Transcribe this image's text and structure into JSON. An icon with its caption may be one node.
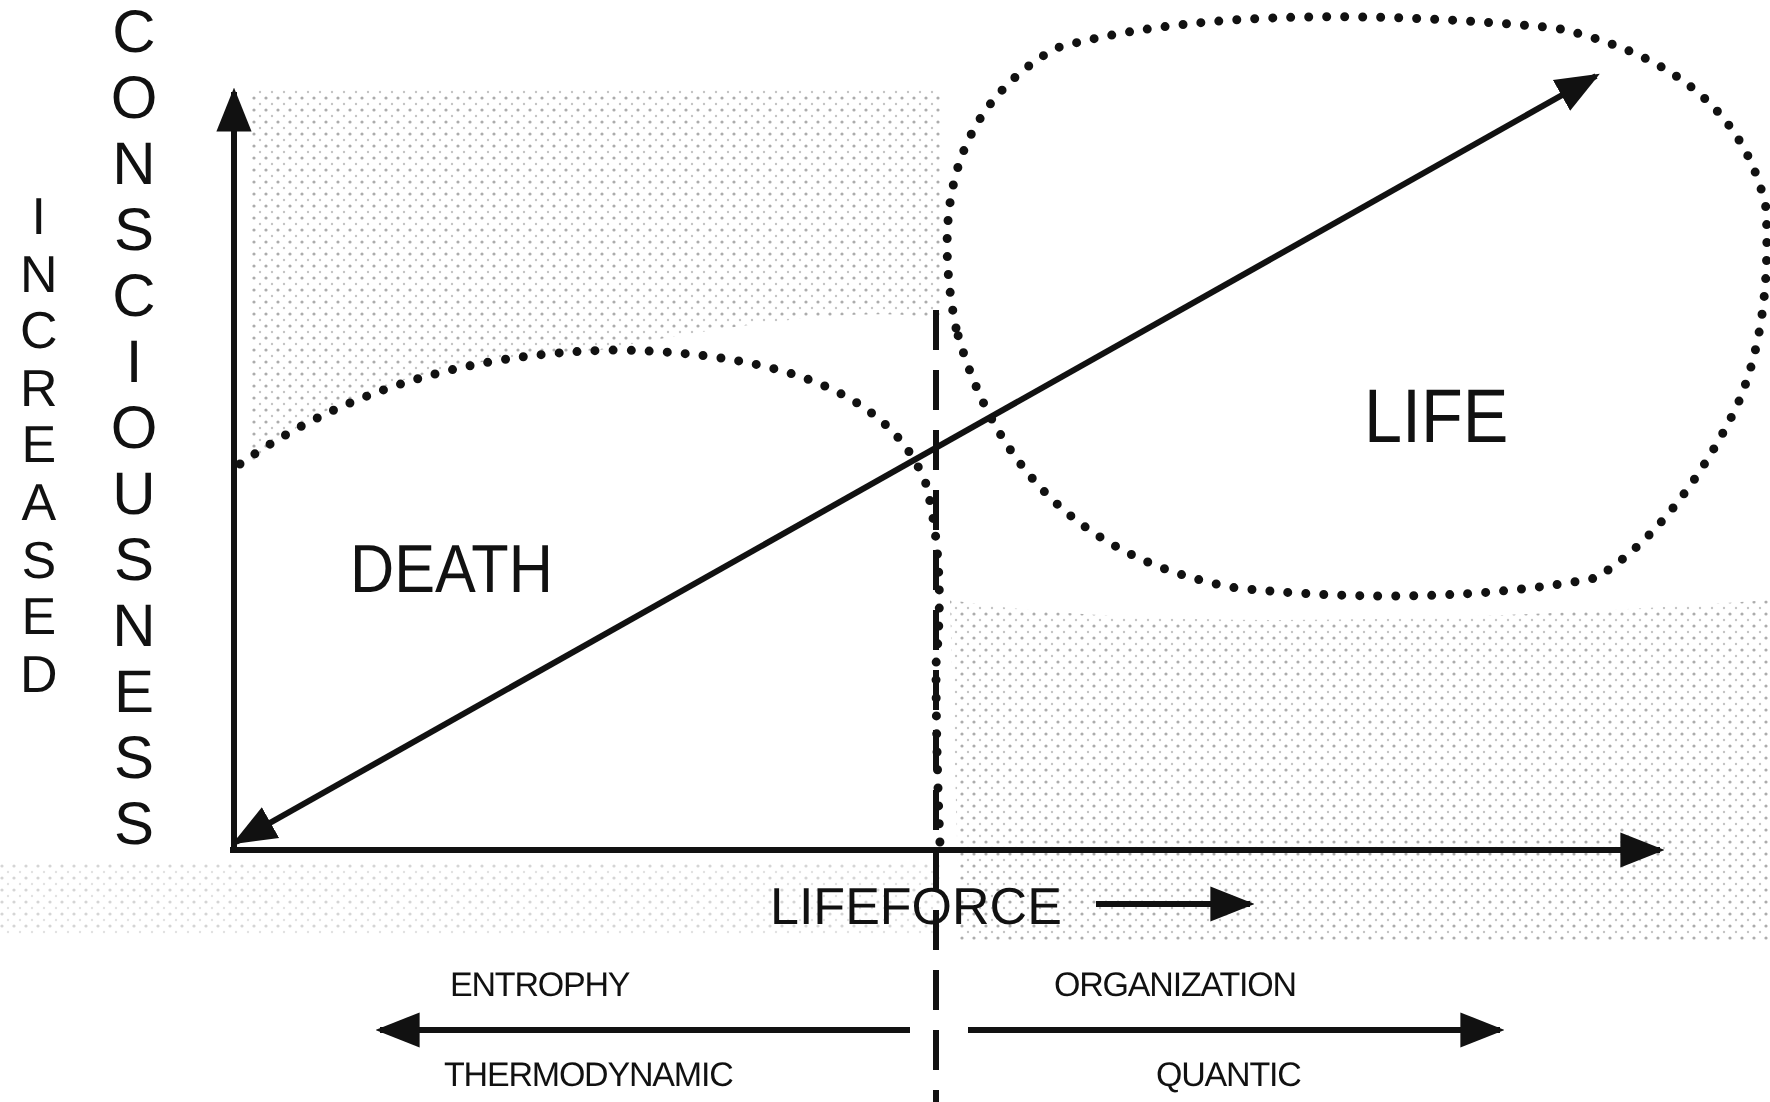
{
  "diagram": {
    "nodes": [
      {
        "text": [
          "DEATH"
        ]
      },
      {
        "text": [
          "LIFE"
        ]
      }
    ],
    "edges": [
      {
        "from": 0,
        "to": 1,
        "arrow": "both"
      }
    ],
    "labels": [
      "INCREASED",
      "CONSCIOUSNESS",
      "LIFEFORCE",
      "ENTROPHY",
      "ORGANIZATION",
      "THERMODYNAMIC",
      "QUANTIC"
    ]
  }
}
